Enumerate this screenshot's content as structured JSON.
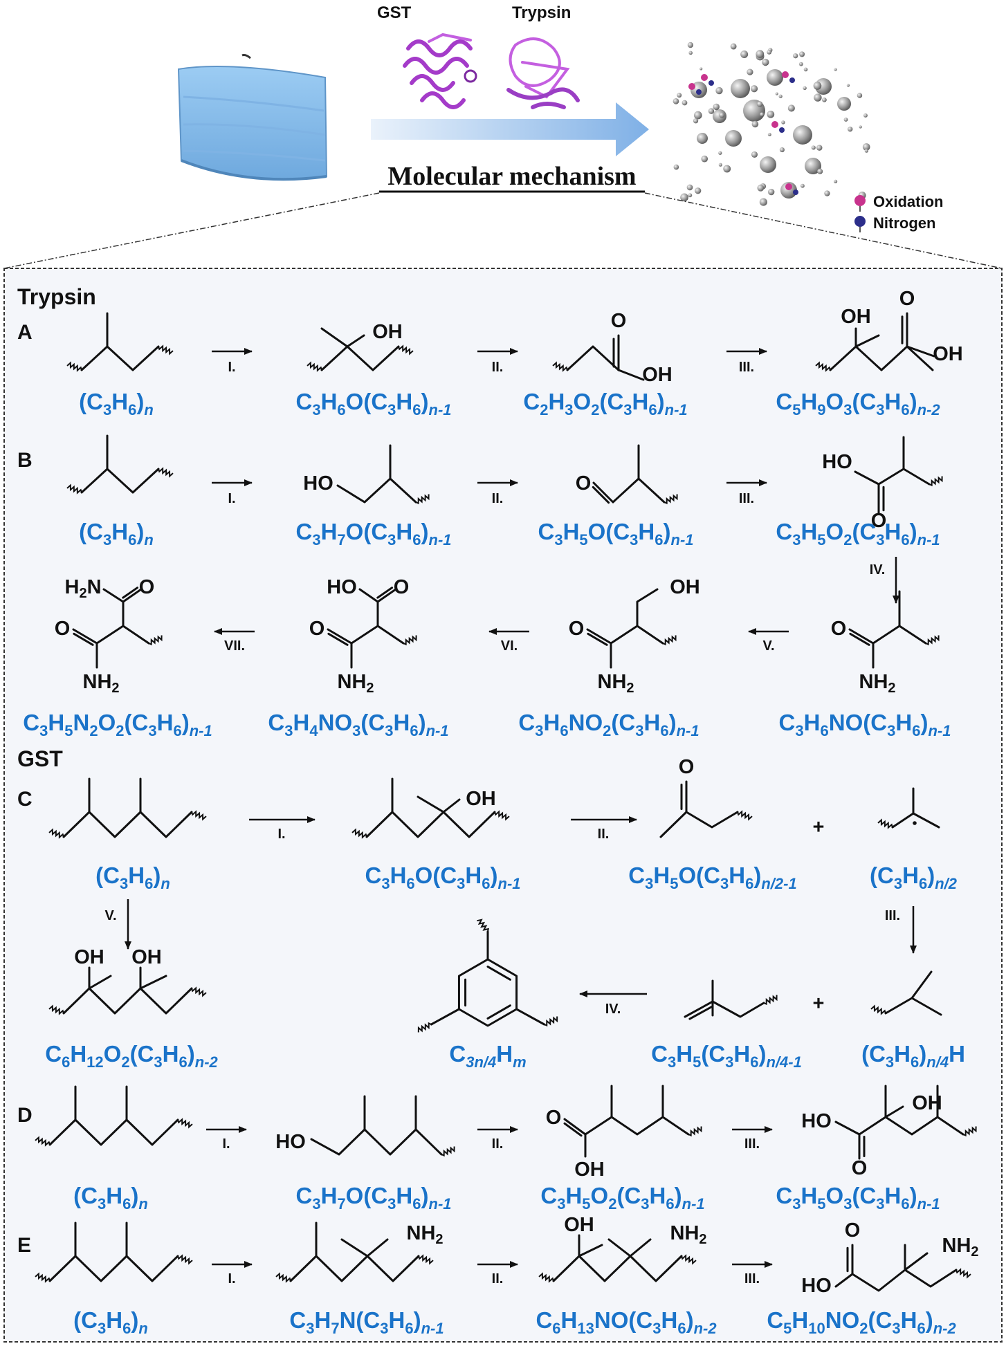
{
  "header": {
    "title": "Molecular mechanism",
    "proteins": [
      "GST",
      "Trypsin"
    ],
    "legend": [
      "Oxidation",
      "Nitrogen"
    ]
  },
  "sections": {
    "trypsin": "Trypsin",
    "gst": "GST"
  },
  "panels": [
    "A",
    "B",
    "C",
    "D",
    "E"
  ],
  "steps": [
    "I.",
    "II.",
    "III.",
    "IV.",
    "V.",
    "VI.",
    "VII."
  ],
  "atoms": {
    "oh": "OH",
    "ho": "HO",
    "o": "O",
    "nh2": "NH2",
    "h2n": "H2N",
    "plus": "+"
  },
  "formulas": {
    "A": [
      "(C3H6)n",
      "C3H6O(C3H6)n-1",
      "C2H3O2(C3H6)n-1",
      "C5H9O3(C3H6)n-2"
    ],
    "B": [
      "(C3H6)n",
      "C3H7O(C3H6)n-1",
      "C3H5O(C3H6)n-1",
      "C3H5O2(C3H6)n-1",
      "C3H6NO(C3H6)n-1",
      "C3H6NO2(C3H6)n-1",
      "C3H4NO3(C3H6)n-1",
      "C3H5N2O2(C3H6)n-1"
    ],
    "C": [
      "(C3H6)n",
      "C3H6O(C3H6)n-1",
      "C3H5O(C3H6)n/2-1",
      "(C3H6)n/2",
      "(C3H6)n/4H",
      "C3H5(C3H6)n/4-1",
      "C3n/4Hm",
      "C6H12O2(C3H6)n-2"
    ],
    "D": [
      "(C3H6)n",
      "C3H7O(C3H6)n-1",
      "C3H5O2(C3H6)n-1",
      "C3H5O3(C3H6)n-1"
    ],
    "E": [
      "(C3H6)n",
      "C3H7N(C3H6)n-1",
      "C6H13NO(C3H6)n-2",
      "C5H10NO2(C3H6)n-2"
    ]
  }
}
